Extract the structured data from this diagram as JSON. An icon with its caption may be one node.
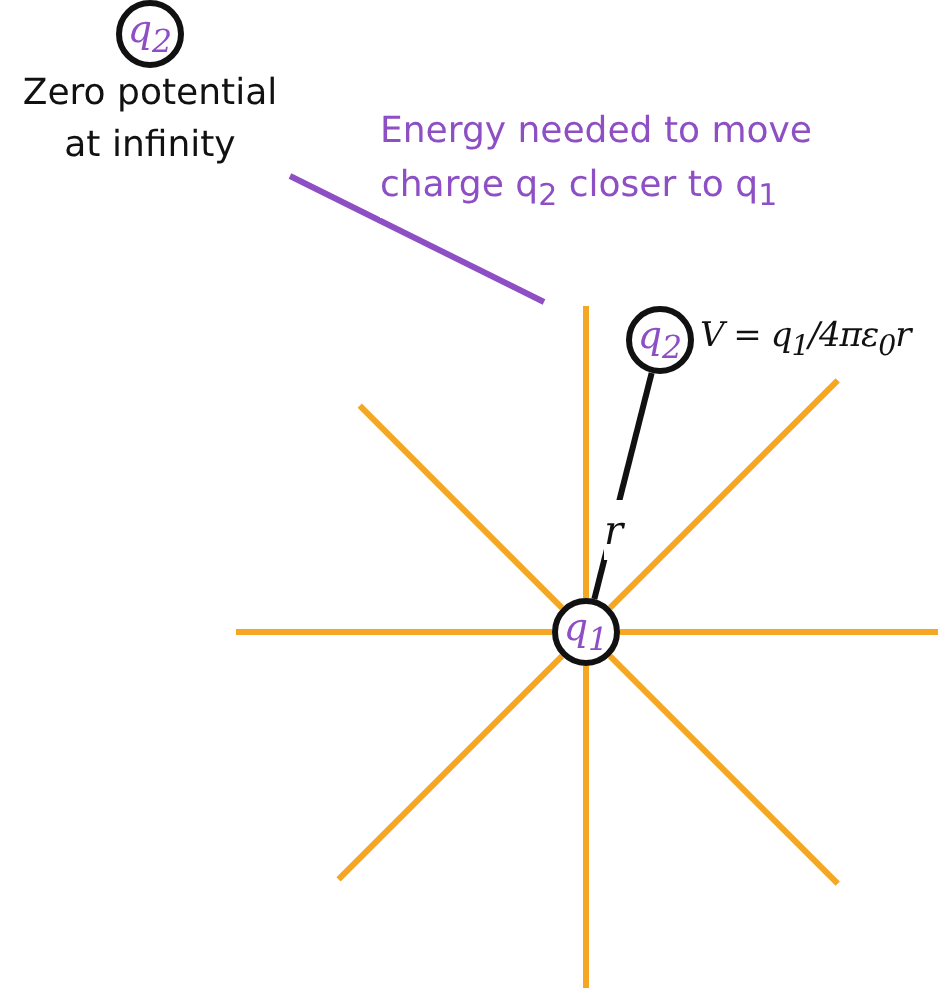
{
  "diagram": {
    "nodes": [
      {
        "text": [
          "q$_{2}$"
        ],
        "beside": [
          "Zero potential at infinity"
        ]
      },
      {
        "text": [
          "q$_{2}$"
        ],
        "beside": [
          "V = q$_{1}$/4πε$_{0}$r"
        ]
      },
      {
        "text": [
          "q$_{1}$"
        ]
      }
    ],
    "edges": [
      {
        "from": 0,
        "to": null,
        "arrow": "none",
        "color": "#8e4fc5",
        "label": "Energy needed to move charge q$_{2}$ closer to q$_{1}$"
      },
      {
        "from": 1,
        "to": 2,
        "arrow": "none",
        "color": "#111111",
        "label": "r"
      }
    ]
  }
}
